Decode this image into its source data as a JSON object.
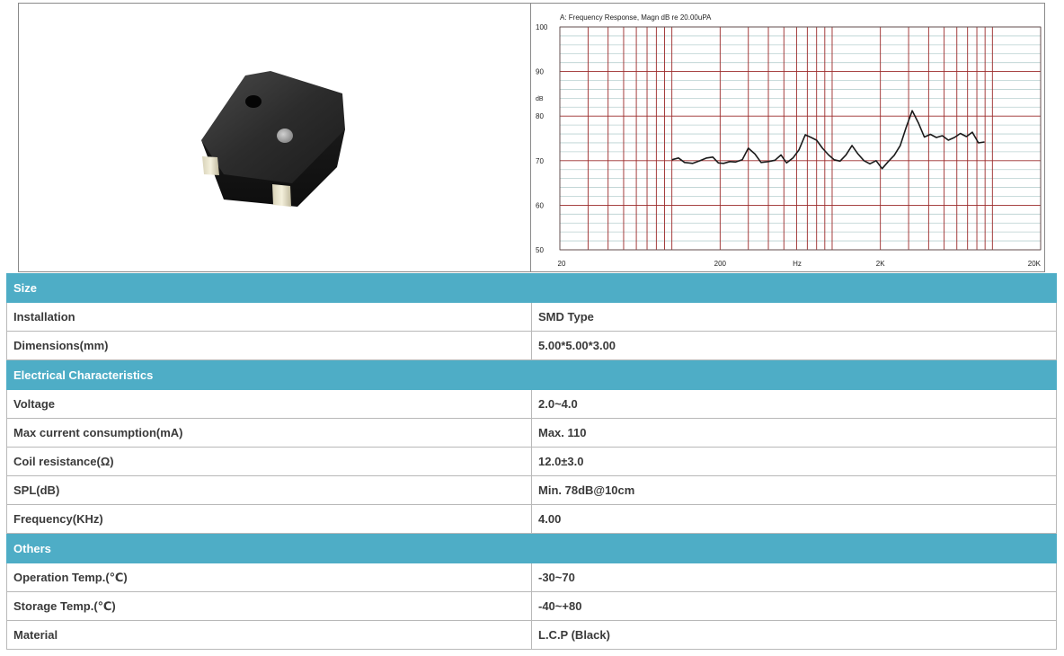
{
  "product_image": {
    "alt": "SMD buzzer",
    "icon": "smd-buzzer-photo"
  },
  "chart_data": {
    "type": "line",
    "title": "A: Frequency Response, Magn dB re 20.00uPA",
    "xlabel": "Hz",
    "ylabel": "dB",
    "x_scale": "log",
    "xlim": [
      20,
      20000
    ],
    "ylim": [
      50,
      100
    ],
    "x_tick_labels": [
      "20",
      "200",
      "2K",
      "20K"
    ],
    "y_tick_labels": [
      "100",
      "90",
      "80",
      "70",
      "60",
      "50"
    ],
    "y_unit_label": "dB",
    "grid": true,
    "series": [
      {
        "color": "#1a1a1a",
        "x": [
          100,
          110,
          120,
          135,
          150,
          165,
          180,
          195,
          210,
          230,
          250,
          275,
          300,
          330,
          360,
          400,
          440,
          480,
          520,
          570,
          620,
          680,
          740,
          800,
          870,
          950,
          1030,
          1120,
          1220,
          1330,
          1450,
          1580,
          1720,
          1880,
          2050,
          2240,
          2440,
          2660,
          2900,
          3160,
          3450,
          3760,
          4100,
          4470,
          4870,
          5310,
          5790,
          6310,
          6880,
          7500,
          8180,
          8920
        ],
        "y": [
          70.2,
          70.6,
          69.6,
          69.4,
          70.0,
          70.6,
          70.8,
          69.5,
          69.4,
          69.8,
          69.7,
          70.2,
          72.8,
          71.5,
          69.6,
          69.8,
          70.1,
          71.3,
          69.5,
          70.6,
          72.4,
          75.8,
          75.2,
          74.6,
          72.8,
          71.3,
          70.2,
          69.9,
          71.3,
          73.4,
          71.5,
          70.0,
          69.3,
          70.0,
          68.2,
          69.8,
          71.2,
          73.4,
          77.5,
          81.2,
          78.5,
          75.3,
          75.9,
          75.2,
          75.6,
          74.6,
          75.2,
          76.1,
          75.4,
          76.4,
          74.0,
          74.2
        ]
      }
    ]
  },
  "table": {
    "sections": [
      {
        "title": "Size",
        "rows": [
          {
            "label": "Installation",
            "value": "SMD Type"
          },
          {
            "label": "Dimensions(mm)",
            "value": "5.00*5.00*3.00"
          }
        ]
      },
      {
        "title": "Electrical Characteristics",
        "rows": [
          {
            "label": "Voltage",
            "value": "2.0~4.0"
          },
          {
            "label": "Max current consumption(mA)",
            "value": "Max. 110"
          },
          {
            "label": "Coil resistance(Ω)",
            "value": "12.0±3.0"
          },
          {
            "label": "SPL(dB)",
            "value": "Min. 78dB@10cm"
          },
          {
            "label": "Frequency(KHz)",
            "value": "4.00"
          }
        ]
      },
      {
        "title": "Others",
        "rows": [
          {
            "label": "Operation Temp.(℃)",
            "value": "-30~70"
          },
          {
            "label": "Storage Temp.(℃)",
            "value": "-40~+80"
          },
          {
            "label": "Material",
            "value": "L.C.P (Black)"
          }
        ]
      }
    ]
  },
  "colors": {
    "section_header_bg": "#4eadc6",
    "grid_major": "#9b2a2a",
    "grid_minor": "#b9d0d0",
    "curve": "#1a1a1a"
  }
}
